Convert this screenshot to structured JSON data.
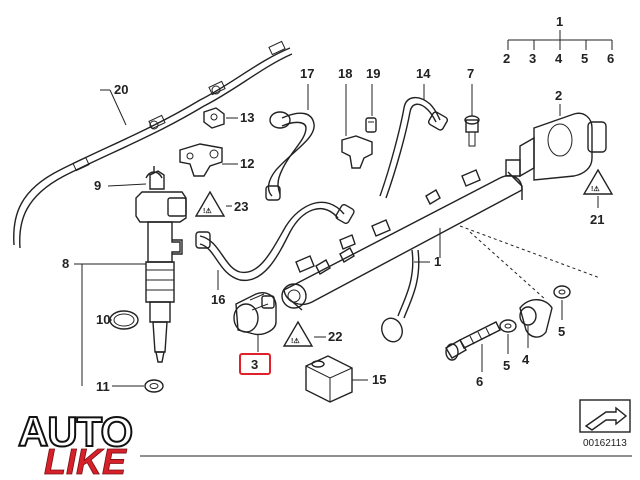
{
  "callouts": {
    "c1_top": "1",
    "c2": "2",
    "c3": "3",
    "c4": "4",
    "c5": "5",
    "c6": "6",
    "c2_right": "2",
    "c1_rail": "1",
    "c3_sensor": "3",
    "c4_bottom": "4",
    "c5_a": "5",
    "c5_b": "5",
    "c6_bottom": "6",
    "c7": "7",
    "c8": "8",
    "c9": "9",
    "c10": "10",
    "c11": "11",
    "c12": "12",
    "c13": "13",
    "c14": "14",
    "c15": "15",
    "c16": "16",
    "c17": "17",
    "c18": "18",
    "c19": "19",
    "c20": "20",
    "c21": "21",
    "c22": "22",
    "c23": "23"
  },
  "highlight_color": "#e0202a",
  "diagram_id": "00162113",
  "brand": {
    "part1": "AUTO",
    "part2": "LIKE",
    "color": "#d6202a"
  }
}
